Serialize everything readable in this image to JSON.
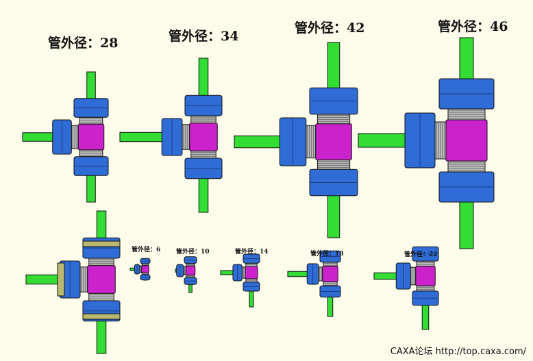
{
  "title": "",
  "colors": {
    "background": "#fdfbea",
    "pipe": "#33dd33",
    "nut": "#2f6cd6",
    "body": "#cc22cc",
    "thread": "#bbbbbb",
    "cutaway": "#b8b870"
  },
  "fittings": [
    {
      "label": "管外径：28",
      "outer_diameter": 28,
      "view": "assembled"
    },
    {
      "label": "管外径：34",
      "outer_diameter": 34,
      "view": "assembled"
    },
    {
      "label": "管外径：42",
      "outer_diameter": 42,
      "view": "assembled"
    },
    {
      "label": "管外径：46",
      "outer_diameter": 46,
      "view": "assembled"
    },
    {
      "label": "",
      "outer_diameter": null,
      "view": "cutaway"
    },
    {
      "label": "管外径：6",
      "outer_diameter": 6,
      "view": "assembled"
    },
    {
      "label": "管外径：10",
      "outer_diameter": 10,
      "view": "assembled"
    },
    {
      "label": "管外径：14",
      "outer_diameter": 14,
      "view": "assembled"
    },
    {
      "label": "管外径：18",
      "outer_diameter": 18,
      "view": "assembled"
    },
    {
      "label": "管外径：22",
      "outer_diameter": 22,
      "view": "assembled"
    }
  ],
  "watermark": "CAXA论坛 http://top.caxa.com/"
}
